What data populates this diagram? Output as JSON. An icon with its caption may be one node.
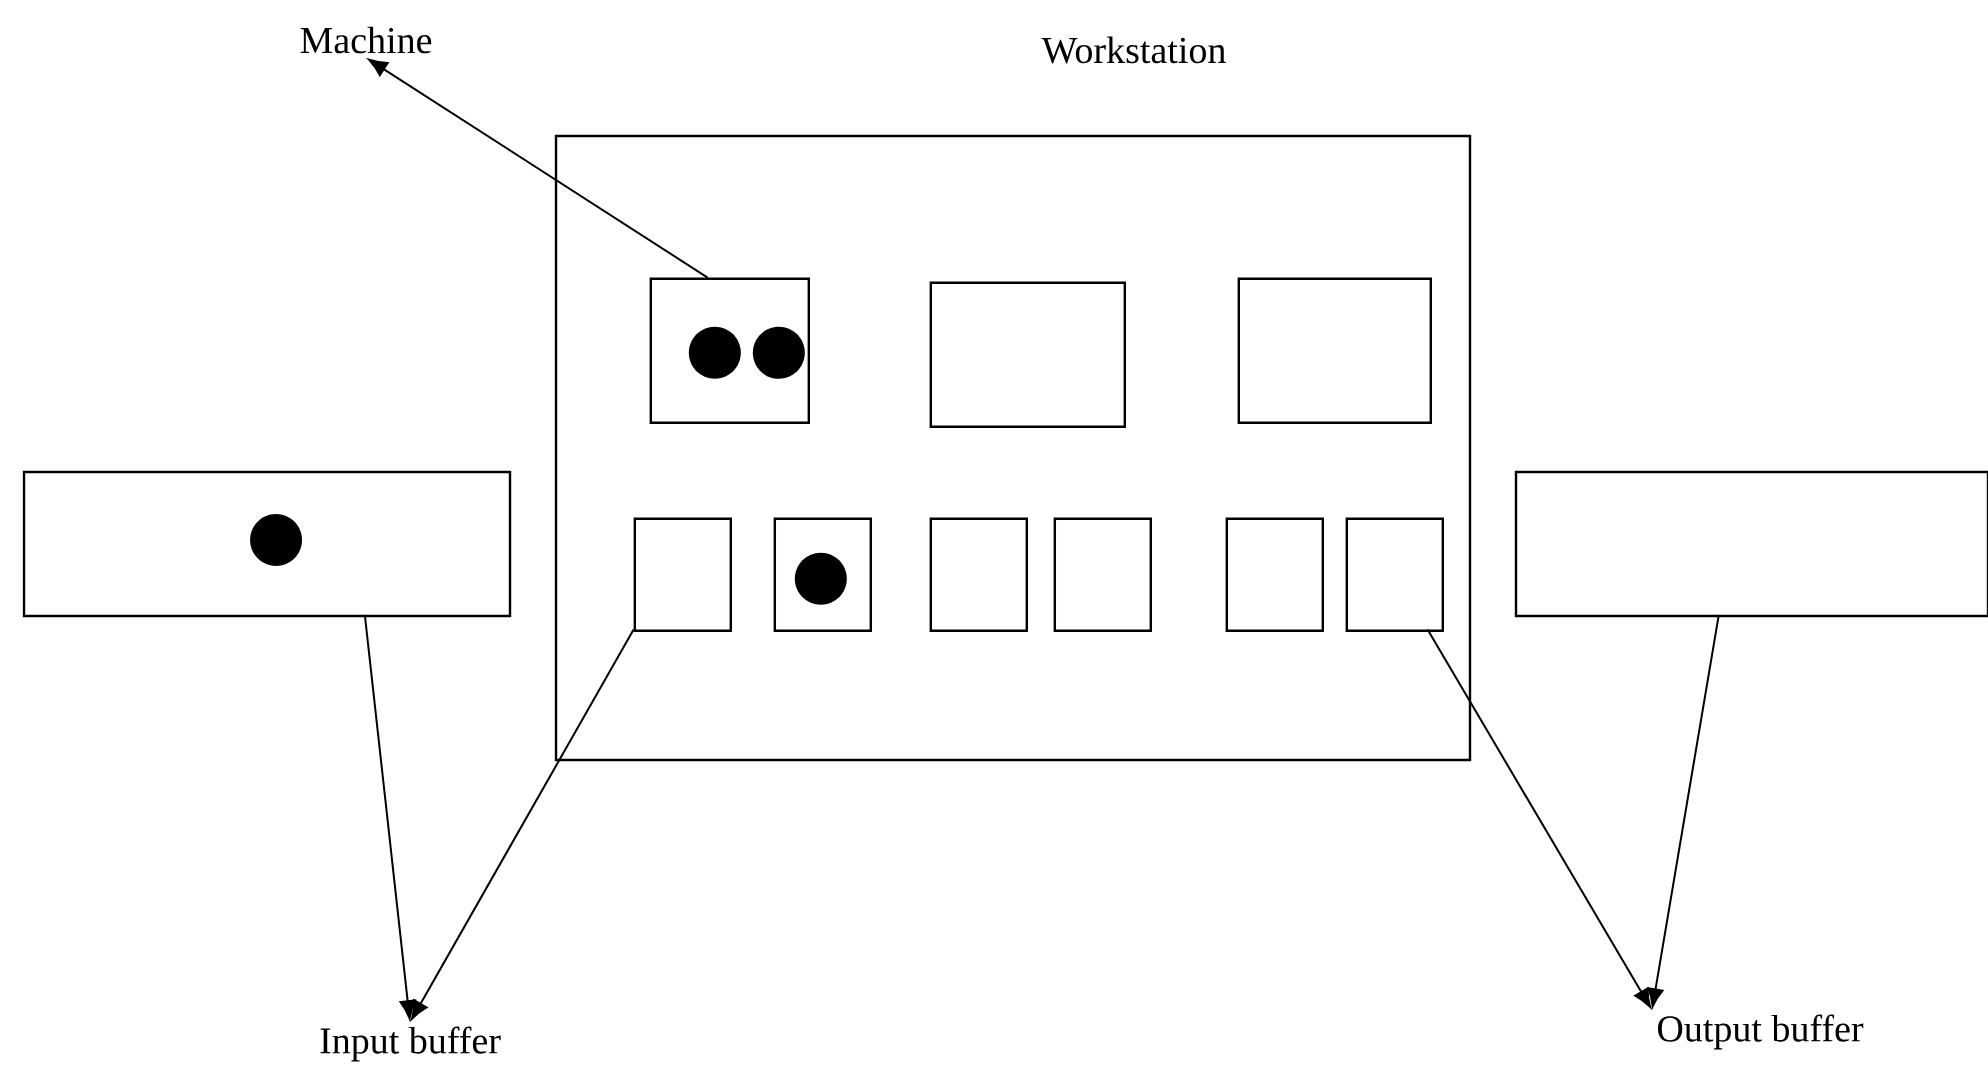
{
  "diagram": {
    "nodes": [
      {
        "text": [
          "Machine"
        ]
      },
      {
        "text": [
          "Workstation"
        ]
      },
      {
        "text": [],
        "shape": "box",
        "in": 1
      },
      {
        "text": [],
        "shape": "box",
        "in": 1
      },
      {
        "text": [],
        "shape": "box",
        "in": 1
      },
      {
        "text": [],
        "shape": "box"
      },
      {
        "text": [],
        "shape": "box",
        "in": 1
      },
      {
        "text": [],
        "shape": "box",
        "in": 1
      },
      {
        "text": [],
        "shape": "box",
        "in": 1
      },
      {
        "text": [],
        "shape": "box",
        "in": 1
      },
      {
        "text": [],
        "shape": "box",
        "in": 1
      },
      {
        "text": [],
        "shape": "box",
        "in": 1
      },
      {
        "text": [],
        "shape": "box"
      },
      {
        "text": [
          "Input buffer"
        ]
      },
      {
        "text": [
          "Output buffer"
        ]
      }
    ],
    "edges": [
      {
        "from": 2,
        "to": 0,
        "arrow": "to"
      },
      {
        "from": 5,
        "to": 13,
        "arrow": "to"
      },
      {
        "from": 6,
        "to": 13,
        "arrow": "to"
      },
      {
        "from": 11,
        "to": 14,
        "arrow": "to"
      },
      {
        "from": 12,
        "to": 14,
        "arrow": "to"
      }
    ]
  }
}
